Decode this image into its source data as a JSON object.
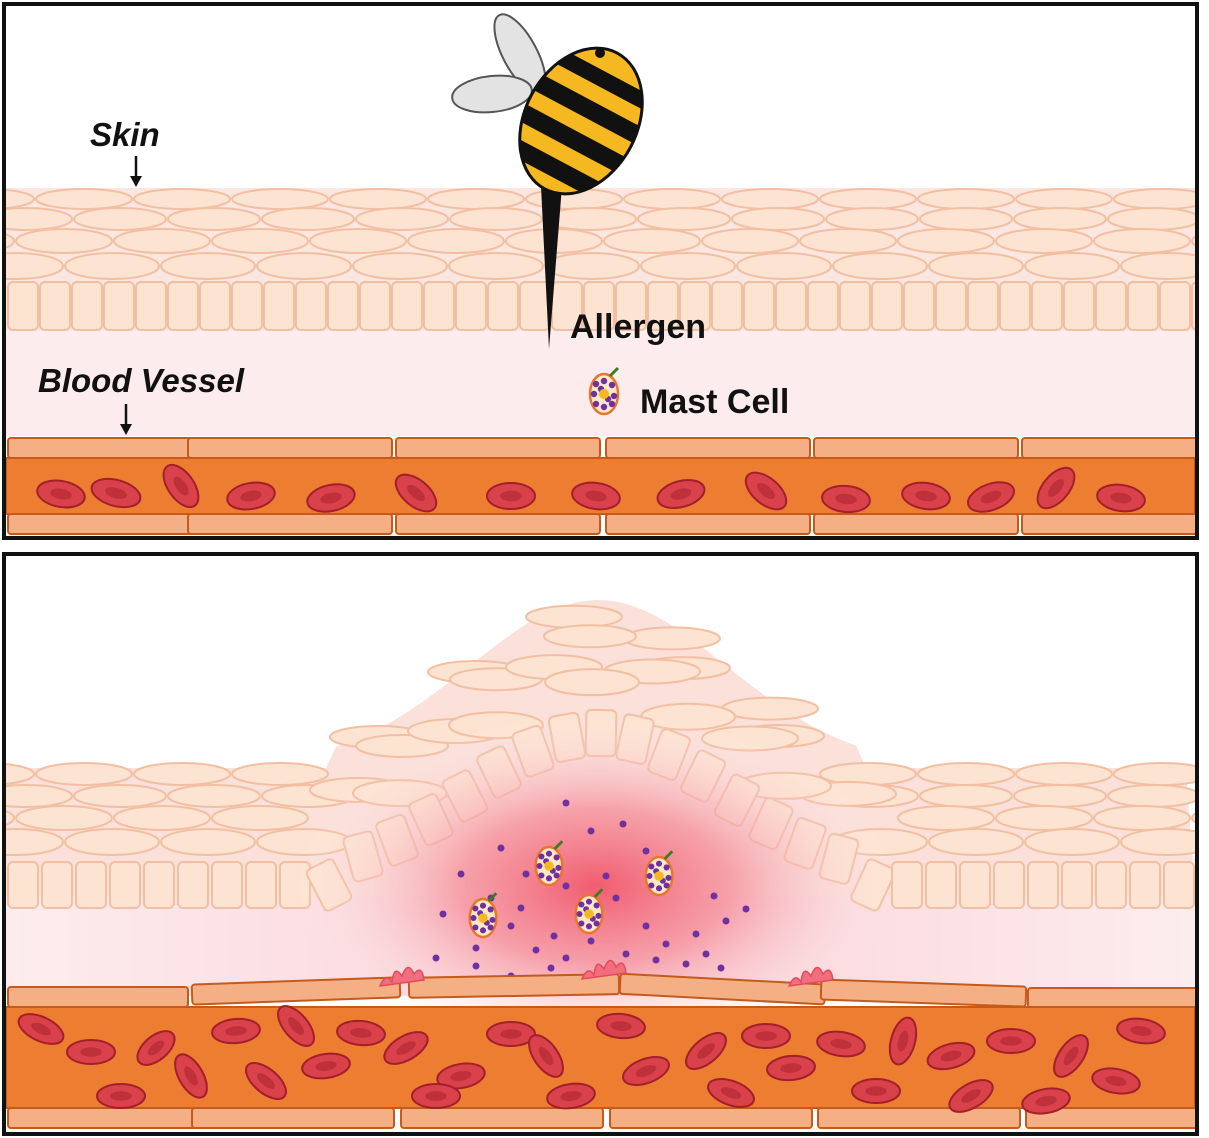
{
  "labels": {
    "skin": "Skin",
    "blood_vessel": "Blood Vessel",
    "allergen": "Allergen",
    "mast_cell": "Mast Cell"
  },
  "colors": {
    "skin_cell_fill": "#fde4d2",
    "skin_cell_stroke": "#f2bfa3",
    "dermis": "#fcecee",
    "vessel_wall": "#f4b084",
    "vessel_lumen": "#ed7d31",
    "red_blood_cell": "#d9414b",
    "inflammation": "#f26d7d",
    "mediator_dot": "#7030a0",
    "bee_yellow": "#f5b820",
    "bee_black": "#111111",
    "bee_wing": "#e3e3e3"
  },
  "icons": [
    "bee-icon",
    "mast-cell-icon",
    "down-arrow-icon"
  ]
}
